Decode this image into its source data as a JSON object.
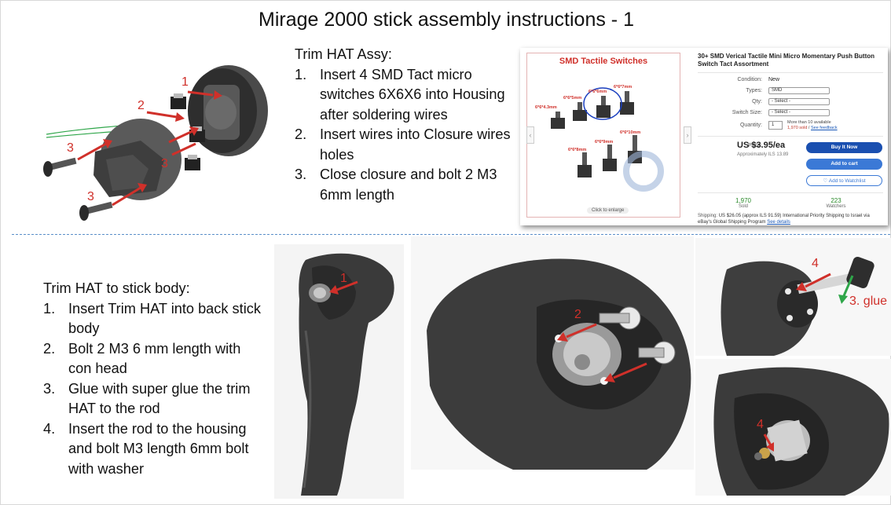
{
  "slide": {
    "title": "Mirage 2000 stick assembly instructions - 1"
  },
  "trim_hat_assy": {
    "heading": "Trim HAT Assy:",
    "steps": [
      {
        "num": "1.",
        "text": "Insert 4 SMD Tact micro switches 6X6X6 into Housing after soldering wires"
      },
      {
        "num": "2.",
        "text": "Insert wires into Closure wires holes"
      },
      {
        "num": "3.",
        "text": "Close closure and bolt 2 M3 6mm length"
      }
    ]
  },
  "trim_hat_to_body": {
    "heading": "Trim HAT to stick body:",
    "steps": [
      {
        "num": "1.",
        "text": "Insert Trim HAT into back stick body"
      },
      {
        "num": "2.",
        "text": "Bolt 2 M3 6 mm length with con head"
      },
      {
        "num": "3.",
        "text": "Glue with super glue the trim HAT to the rod"
      },
      {
        "num": "4.",
        "text": "Insert the rod to the housing and bolt M3 length 6mm bolt with washer"
      }
    ]
  },
  "exploded_view": {
    "callouts": [
      "1",
      "2",
      "3",
      "3",
      "3"
    ]
  },
  "stick_views": {
    "callout_1": "1",
    "callout_2": "2",
    "callout_4a": "4",
    "callout_4b": "4",
    "glue_label": "3. glue"
  },
  "listing": {
    "image_title": "SMD Tactile Switches",
    "size_labels": [
      "6*6*4.3mm",
      "6*6*5mm",
      "6*6*6mm",
      "6*6*7mm",
      "6*6*8mm",
      "6*6*9mm",
      "6*6*10mm"
    ],
    "click_to_enlarge": "Click to enlarge",
    "product_title": "30+ SMD Verical Tactile Mini Micro Momentary Push Button Switch Tact Assortment",
    "condition_label": "Condition:",
    "condition_value": "New",
    "types_label": "Types:",
    "types_value": "SMD",
    "qty_label": "Qty:",
    "qty_value": "- Select -",
    "switch_size_label": "Switch Size:",
    "switch_size_value": "- Select -",
    "quantity_label": "Quantity:",
    "quantity_value": "1",
    "availability": "More than 10 available",
    "sold_link": "1,970 sold",
    "feedback_link": "See feedback",
    "price_label": "Price:",
    "price": "US $3.95/ea",
    "approx": "Approximately ILS 13.89",
    "buy_now": "Buy It Now",
    "add_to_cart": "Add to cart",
    "add_to_watchlist": "♡ Add to Watchlist",
    "sold_count": "1,970",
    "sold_label": "Sold",
    "watchers_count": "223",
    "watchers_label": "Watchers",
    "shipping_label": "Shipping:",
    "shipping_text": "US $26.05 (approx ILS 91.59) International Priority Shipping to Israel via eBay's Global Shipping Program",
    "see_details": "See details"
  },
  "colors": {
    "callout_red": "#d0302a",
    "divider_blue": "#5b8fc9",
    "model_dark": "#3a3a3a",
    "ebay_blue": "#1a4fb0"
  }
}
